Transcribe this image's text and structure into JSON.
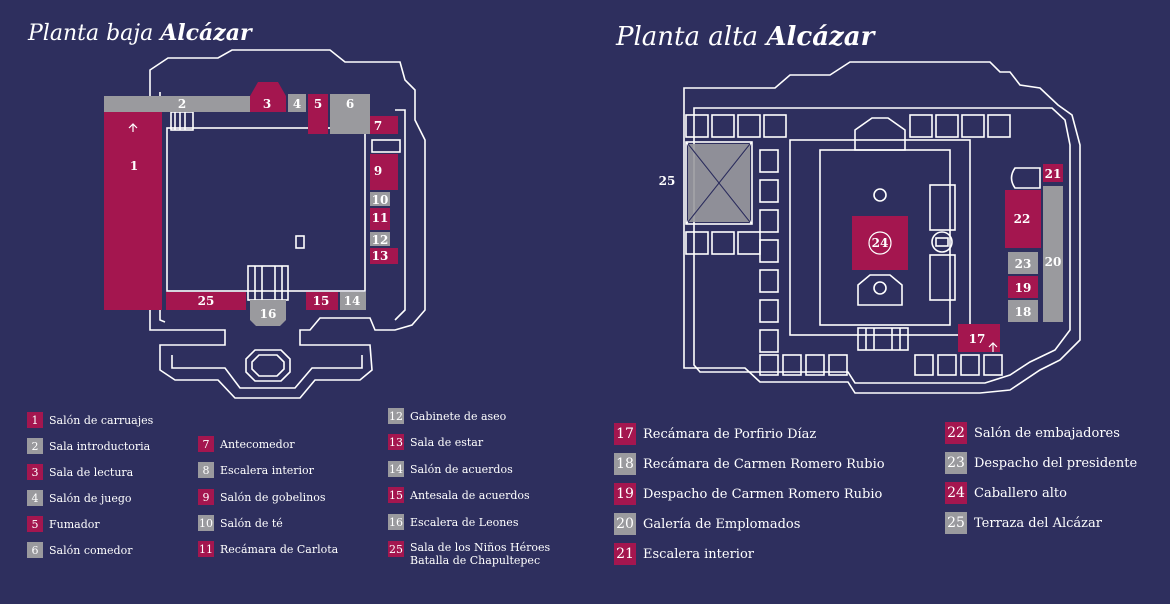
{
  "colors": {
    "background": "#2e2f5e",
    "crimson": "#a4164f",
    "gray": "#9a9a9e",
    "line": "#ffffff"
  },
  "plan_low": {
    "title_prefix": "Planta baja",
    "title_name": "Alcázar"
  },
  "plan_high": {
    "title_prefix": "Planta alta",
    "title_name": "Alcázar"
  },
  "map_labels": {
    "l1": "1",
    "l2": "2",
    "l3": "3",
    "l4": "4",
    "l5": "5",
    "l6": "6",
    "l7": "7",
    "l9": "9",
    "l10": "10",
    "l11": "11",
    "l12": "12",
    "l13": "13",
    "l14": "14",
    "l15": "15",
    "l16": "16",
    "l25": "25",
    "u17": "17",
    "u18": "18",
    "u19": "19",
    "u20": "20",
    "u21": "21",
    "u22": "22",
    "u23": "23",
    "u24": "24",
    "u25": "25"
  },
  "legend_low": [
    {
      "num": "1",
      "label": "Salón de carruajes",
      "color": "crimson"
    },
    {
      "num": "2",
      "label": "Sala introductoria",
      "color": "gray"
    },
    {
      "num": "3",
      "label": "Sala de lectura",
      "color": "crimson"
    },
    {
      "num": "4",
      "label": "Salón de juego",
      "color": "gray"
    },
    {
      "num": "5",
      "label": "Fumador",
      "color": "crimson"
    },
    {
      "num": "6",
      "label": "Salón comedor",
      "color": "gray"
    },
    {
      "num": "7",
      "label": "Antecomedor",
      "color": "crimson"
    },
    {
      "num": "8",
      "label": "Escalera interior",
      "color": "gray"
    },
    {
      "num": "9",
      "label": "Salón de gobelinos",
      "color": "crimson"
    },
    {
      "num": "10",
      "label": "Salón de té",
      "color": "gray"
    },
    {
      "num": "11",
      "label": "Recámara de Carlota",
      "color": "crimson"
    },
    {
      "num": "12",
      "label": "Gabinete de aseo",
      "color": "gray"
    },
    {
      "num": "13",
      "label": "Sala de estar",
      "color": "crimson"
    },
    {
      "num": "14",
      "label": "Salón de acuerdos",
      "color": "gray"
    },
    {
      "num": "15",
      "label": "Antesala de acuerdos",
      "color": "crimson"
    },
    {
      "num": "16",
      "label": "Escalera de Leones",
      "color": "gray"
    },
    {
      "num": "25",
      "label": "Sala de los Niños Héroes",
      "label2": "Batalla de Chapultepec",
      "color": "crimson"
    }
  ],
  "legend_high": [
    {
      "num": "17",
      "label": "Recámara de Porfirio Díaz",
      "color": "crimson"
    },
    {
      "num": "18",
      "label": "Recámara de Carmen Romero Rubio",
      "color": "gray"
    },
    {
      "num": "19",
      "label": "Despacho de Carmen Romero Rubio",
      "color": "crimson"
    },
    {
      "num": "20",
      "label": "Galería de Emplomados",
      "color": "gray"
    },
    {
      "num": "21",
      "label": "Escalera interior",
      "color": "crimson"
    },
    {
      "num": "22",
      "label": "Salón de embajadores",
      "color": "crimson"
    },
    {
      "num": "23",
      "label": "Despacho del presidente",
      "color": "gray"
    },
    {
      "num": "24",
      "label": "Caballero alto",
      "color": "crimson"
    },
    {
      "num": "25",
      "label": "Terraza del Alcázar",
      "color": "gray"
    }
  ]
}
